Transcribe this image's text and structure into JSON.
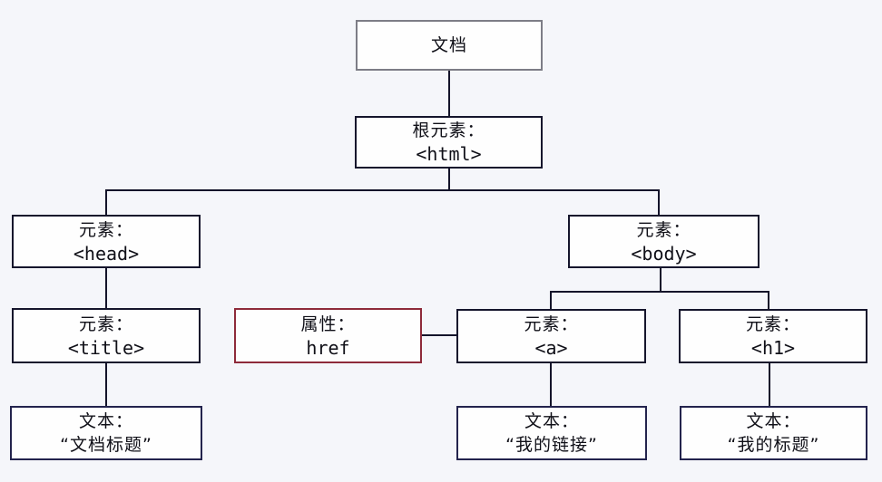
{
  "diagram_type": "dom-tree",
  "colors": {
    "background": "#f5f6fa",
    "node_fill": "#fefefe",
    "element_border": "#15152c",
    "document_border": "#7d7d86",
    "attribute_border": "#8e2a3a",
    "text_node_border": "#23234d",
    "connector": "#14142a",
    "text": "#101018"
  },
  "nodes": {
    "document": {
      "line1": "文档"
    },
    "root": {
      "line1": "根元素：",
      "line2": "<html>"
    },
    "head": {
      "line1": "元素：",
      "line2": "<head>"
    },
    "body": {
      "line1": "元素：",
      "line2": "<body>"
    },
    "title": {
      "line1": "元素：",
      "line2": "<title>"
    },
    "attribute": {
      "line1": "属性：",
      "line2": "href"
    },
    "anchor": {
      "line1": "元素：",
      "line2": "<a>"
    },
    "heading": {
      "line1": "元素：",
      "line2": "<h1>"
    },
    "text_title": {
      "line1": "文本：",
      "line2": "“文档标题”"
    },
    "text_link": {
      "line1": "文本：",
      "line2": "“我的链接”"
    },
    "text_heading": {
      "line1": "文本：",
      "line2": "“我的标题”"
    }
  }
}
